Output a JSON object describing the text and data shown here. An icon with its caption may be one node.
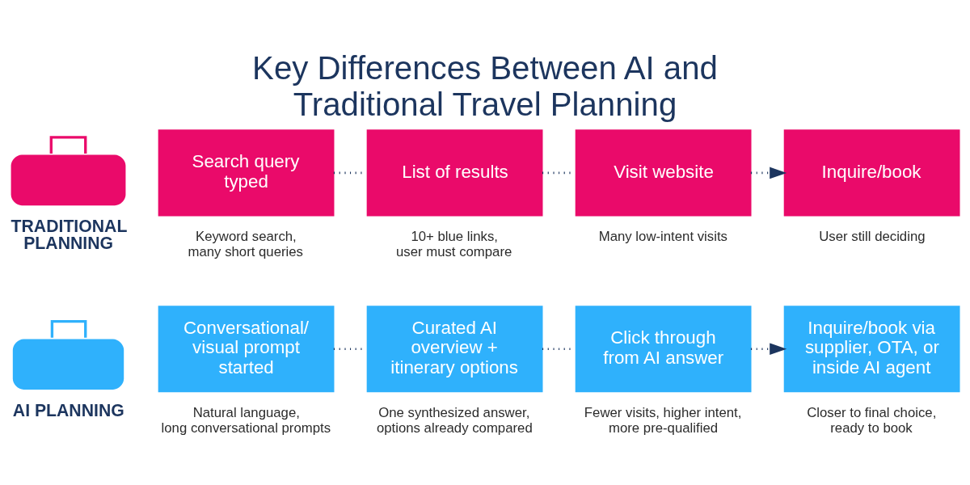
{
  "diagram": {
    "title": "Key Differences Between AI and Traditional Travel Planning",
    "nodes": [
      {
        "text": [
          "TRADITIONAL PLANNING"
        ]
      },
      {
        "text": [
          "Search query typed"
        ],
        "beside": [
          "Keyword search, many short queries"
        ]
      },
      {
        "text": [
          "List of results"
        ],
        "beside": [
          "10+ blue links, user must compare"
        ]
      },
      {
        "text": [
          "Visit website"
        ],
        "beside": [
          "Many low-intent visits"
        ]
      },
      {
        "text": [
          "Inquire/book"
        ],
        "beside": [
          "User still deciding"
        ]
      },
      {
        "text": [
          "AI PLANNING"
        ]
      },
      {
        "text": [
          "Conversational/ visual prompt started"
        ],
        "beside": [
          "Natural language, long conversational prompts"
        ]
      },
      {
        "text": [
          "Curated AI overview + itinerary options"
        ],
        "beside": [
          "One synthesized answer, options already compared"
        ]
      },
      {
        "text": [
          "Click through from AI answer"
        ],
        "beside": [
          "Fewer visits, higher intent, more pre-qualified"
        ]
      },
      {
        "text": [
          "Inquire/book via supplier, OTA, or inside AI agent"
        ],
        "beside": [
          "Closer to final choice, ready to book"
        ]
      }
    ],
    "edges": [
      {
        "from": 1,
        "to": 2,
        "arrow": "none",
        "style": "dashed"
      },
      {
        "from": 2,
        "to": 3,
        "arrow": "none",
        "style": "dashed"
      },
      {
        "from": 3,
        "to": 4,
        "arrow": "to",
        "style": "dashed"
      },
      {
        "from": 6,
        "to": 7,
        "arrow": "none",
        "style": "dashed"
      },
      {
        "from": 7,
        "to": 8,
        "arrow": "none",
        "style": "dashed"
      },
      {
        "from": 8,
        "to": 9,
        "arrow": "to",
        "style": "dashed"
      }
    ]
  }
}
